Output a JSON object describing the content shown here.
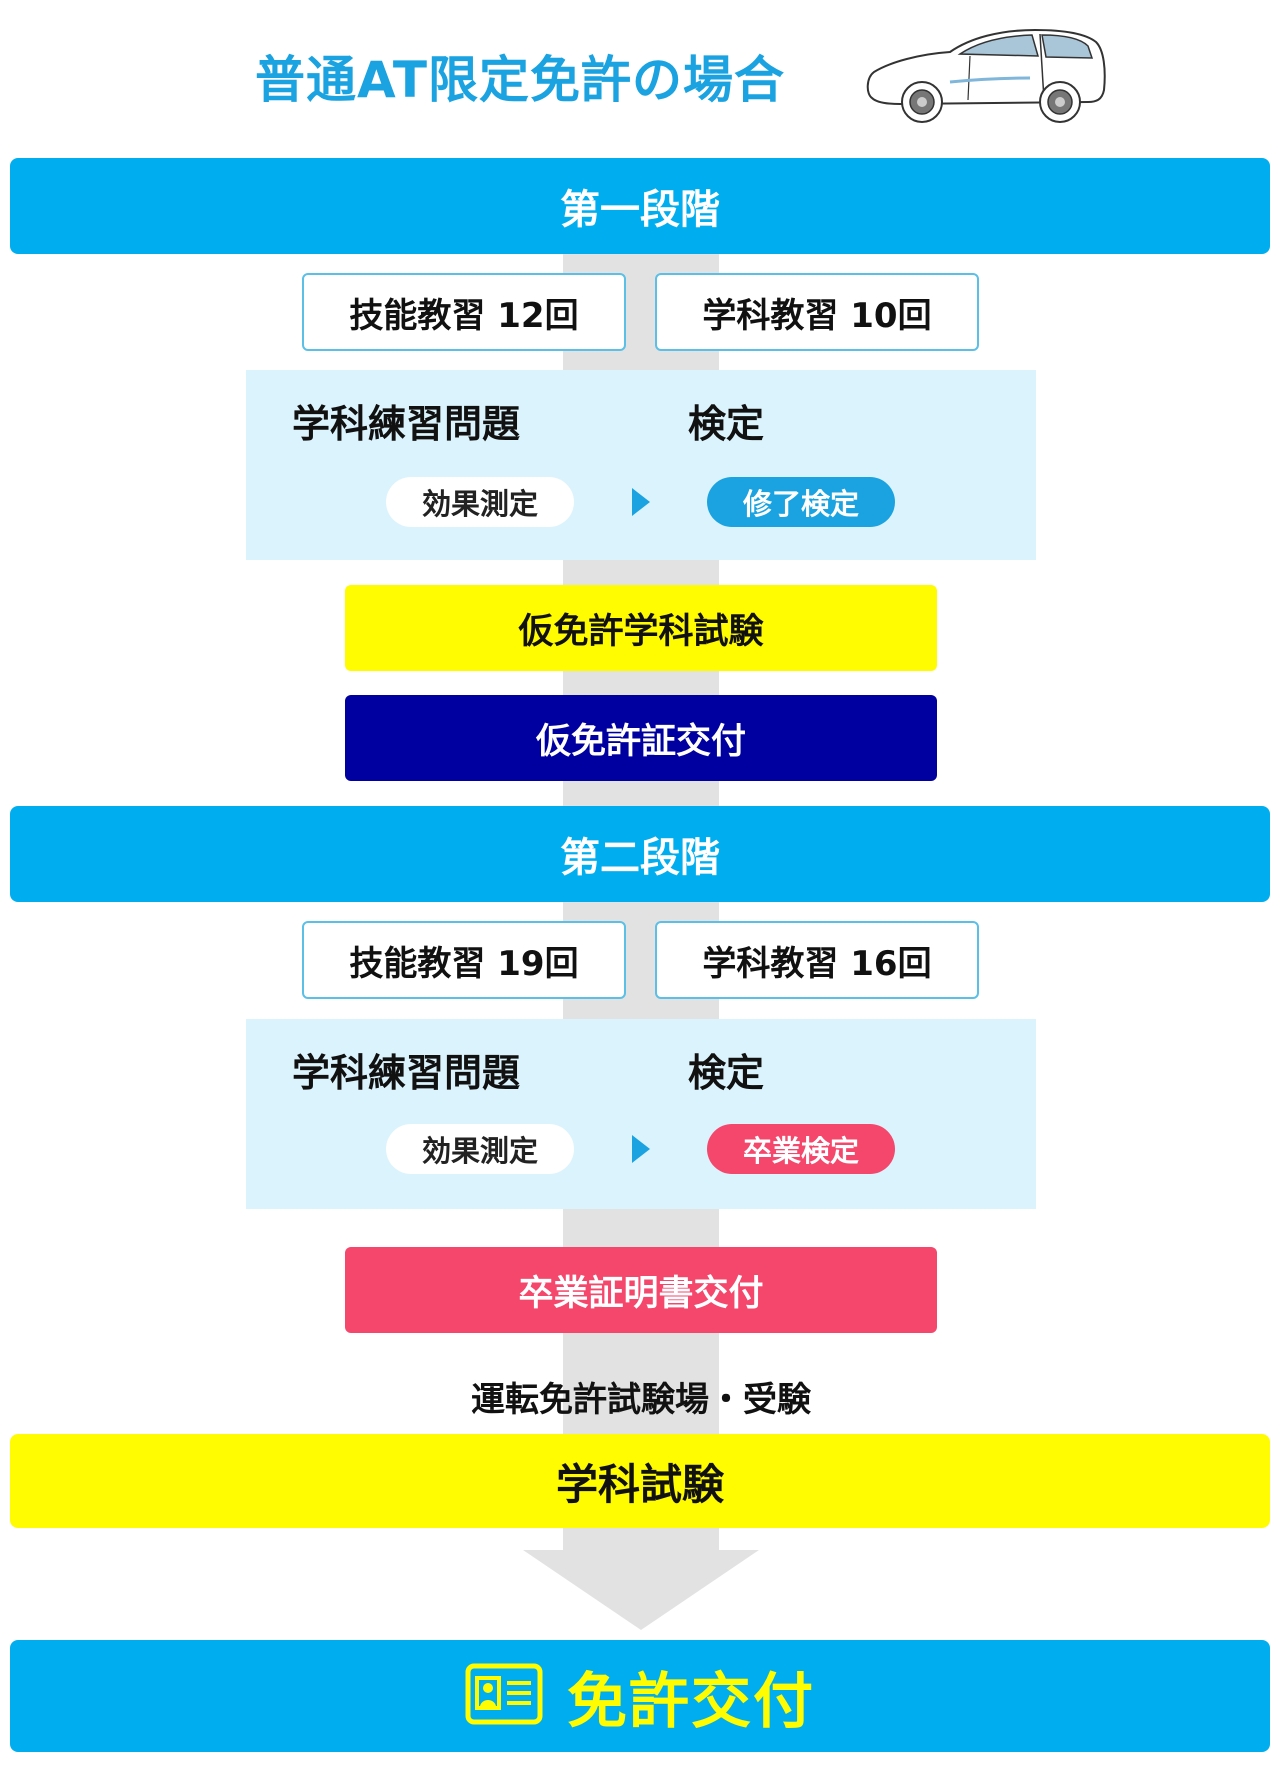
{
  "header": {
    "title": "普通AT限定免許の場合",
    "car_icon": "car-illustration"
  },
  "stage1": {
    "title": "第一段階",
    "lessons": [
      "技能教習 12回",
      "学科教習 10回"
    ],
    "practice_title": "学科練習問題",
    "exam_title": "検定",
    "practice_pill": "効果測定",
    "exam_pill": "修了検定"
  },
  "provisional": {
    "exam": "仮免許学科試験",
    "issue": "仮免許証交付"
  },
  "stage2": {
    "title": "第二段階",
    "lessons": [
      "技能教習 19回",
      "学科教習 16回"
    ],
    "practice_title": "学科練習問題",
    "exam_title": "検定",
    "practice_pill": "効果測定",
    "exam_pill": "卒業検定"
  },
  "graduation": {
    "issue": "卒業証明書交付"
  },
  "test_center": {
    "note": "運転免許試験場・受験",
    "exam": "学科試験"
  },
  "final": {
    "label": "免許交付",
    "icon": "license-card-icon"
  },
  "colors": {
    "cyan": "#00aeef",
    "blue_text": "#1aa3e0",
    "yellow": "#fffb00",
    "navy": "#0000a0",
    "pink": "#f5466c",
    "panel": "#dbf3fc",
    "shaft": "#e2e2e2"
  }
}
